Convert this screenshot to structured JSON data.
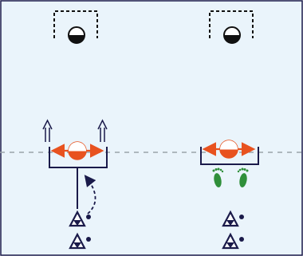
{
  "diagram": {
    "type": "drill-diagram",
    "colors": {
      "field_fill": "#eaf4fb",
      "field_border": "#1a1a4a",
      "dashed_line": "#9aa3aa",
      "ink": "#1a1a4a",
      "accent_orange": "#e8521f",
      "footprint_green": "#2f8f3a"
    },
    "stations": [
      {
        "id": "left",
        "goal_icon": "half-filled-ball-icon",
        "frame_icon": "u-frame",
        "ball_icon": "orange-ball-with-side-arrows",
        "extras": [
          "up-arrow-outline-icon",
          "up-arrow-outline-icon",
          "curved-dashed-arrow"
        ],
        "players": [
          "triangle-player-icon",
          "triangle-player-icon"
        ]
      },
      {
        "id": "right",
        "goal_icon": "half-filled-ball-icon",
        "frame_icon": "u-frame",
        "ball_icon": "orange-ball-with-side-arrows",
        "extras": [
          "green-footprints-icon"
        ],
        "players": [
          "triangle-player-icon",
          "triangle-player-icon"
        ]
      }
    ]
  }
}
